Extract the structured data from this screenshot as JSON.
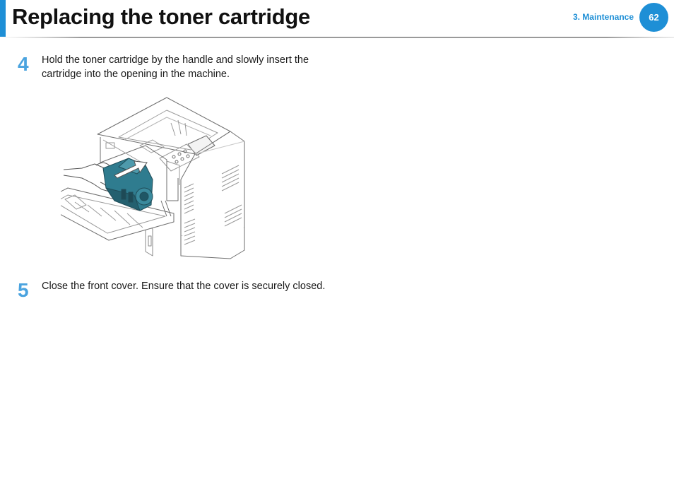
{
  "header": {
    "title": "Replacing the toner cartridge",
    "section": "3.  Maintenance",
    "page_number": "62",
    "accent_color": "#1e8fd6"
  },
  "steps": [
    {
      "number": "4",
      "text": "Hold the toner cartridge by the handle and slowly insert the cartridge into the opening in the machine."
    },
    {
      "number": "5",
      "text": "Close the front cover. Ensure that the cover is securely closed."
    }
  ],
  "figure": {
    "icon": "printer-toner-insert-illustration",
    "cartridge_color": "#2f7c8f"
  }
}
